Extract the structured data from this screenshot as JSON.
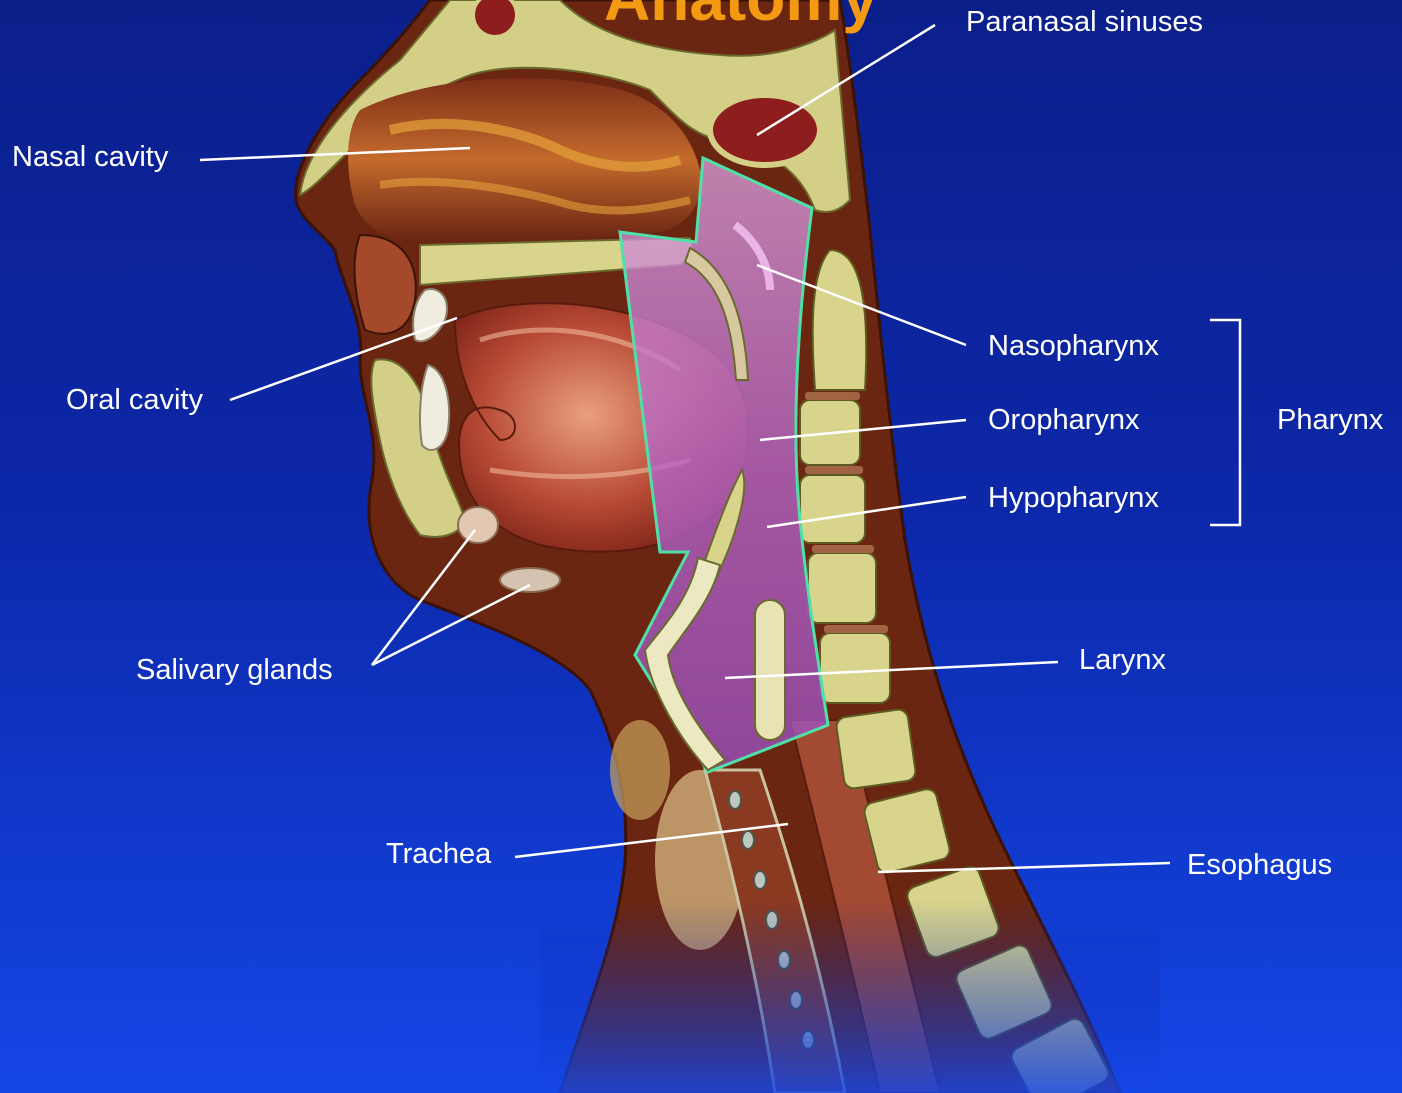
{
  "slide": {
    "title": "Anatomy"
  },
  "labels": {
    "paranasal_sinuses": "Paranasal sinuses",
    "nasal_cavity": "Nasal cavity",
    "oral_cavity": "Oral cavity",
    "salivary_glands": "Salivary glands",
    "nasopharynx": "Nasopharynx",
    "oropharynx": "Oropharynx",
    "hypopharynx": "Hypopharynx",
    "pharynx": "Pharynx",
    "larynx": "Larynx",
    "trachea": "Trachea",
    "esophagus": "Esophagus"
  },
  "colors": {
    "background_top": "#0b1f8a",
    "background_bottom": "#1446e6",
    "title": "#f39a12",
    "label_text": "#ffffff",
    "pharynx_outline": "#4fe0a8",
    "bone": "#d9dc8e",
    "soft_tissue": "#7a2d16",
    "muscle": "#c85a3c"
  }
}
